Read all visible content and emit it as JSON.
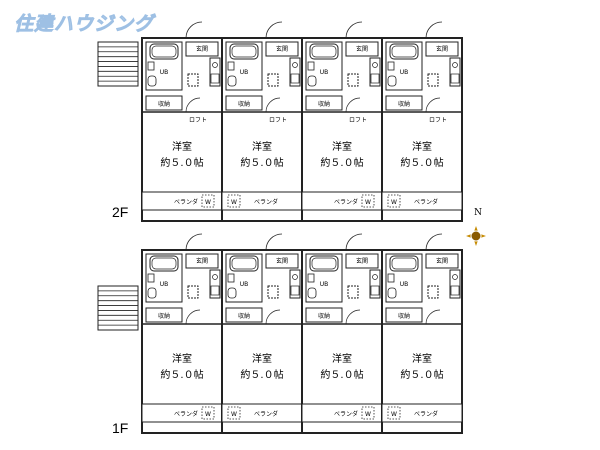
{
  "logo": {
    "text": "住建ハウジング"
  },
  "floors": [
    {
      "label": "2F",
      "loft": true
    },
    {
      "label": "1F",
      "loft": false
    }
  ],
  "unit": {
    "entrance": "玄関",
    "bath": "UB",
    "storage": "収納",
    "room_name": "洋室",
    "room_size": "約５.０帖",
    "veranda": "ベランダ",
    "washer": "W",
    "loft": "ロフト"
  },
  "compass": {
    "north": "N"
  },
  "colors": {
    "wall": "#222222",
    "logo": "#cfe0f2",
    "compass": "#c58a00"
  }
}
